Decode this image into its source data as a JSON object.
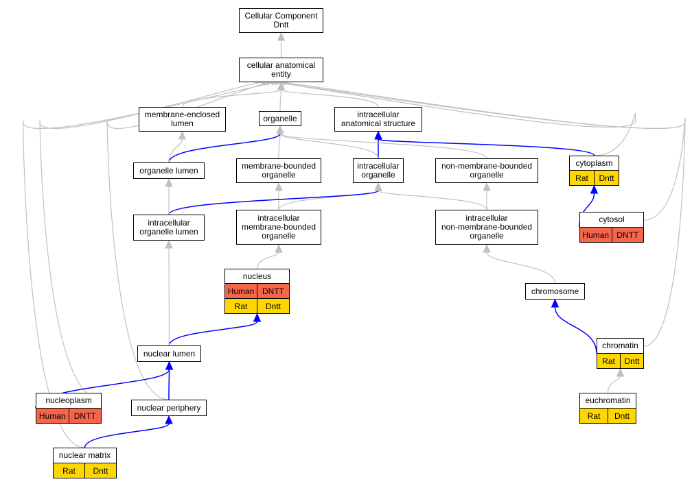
{
  "colors": {
    "edge_gray": "#c0c0c0",
    "edge_blue": "#0000ff",
    "human": "#f4654a",
    "rat": "#ffd700"
  },
  "nodes": [
    {
      "id": "root",
      "label": "Cellular Component\nDntt",
      "ann": []
    },
    {
      "id": "cae",
      "label": "cellular anatomical\nentity",
      "ann": []
    },
    {
      "id": "mel",
      "label": "membrane-enclosed\nlumen",
      "ann": []
    },
    {
      "id": "organelle",
      "label": "organelle",
      "ann": []
    },
    {
      "id": "ias",
      "label": "intracellular\nanatomical structure",
      "ann": []
    },
    {
      "id": "olumen",
      "label": "organelle lumen",
      "ann": []
    },
    {
      "id": "mbo",
      "label": "membrane-bounded\norganelle",
      "ann": []
    },
    {
      "id": "io",
      "label": "intracellular\norganelle",
      "ann": []
    },
    {
      "id": "nmbo",
      "label": "non-membrane-bounded\norganelle",
      "ann": []
    },
    {
      "id": "cytoplasm",
      "label": "cytoplasm",
      "ann": [
        {
          "species": "rat",
          "cells": [
            "Rat",
            "Dntt"
          ]
        }
      ]
    },
    {
      "id": "iol",
      "label": "intracellular\norganelle lumen",
      "ann": []
    },
    {
      "id": "imbo",
      "label": "intracellular\nmembrane-bounded\norganelle",
      "ann": []
    },
    {
      "id": "inmbo",
      "label": "intracellular\nnon-membrane-bounded\norganelle",
      "ann": []
    },
    {
      "id": "cytosol",
      "label": "cytosol",
      "ann": [
        {
          "species": "human",
          "cells": [
            "Human",
            "DNTT"
          ]
        }
      ]
    },
    {
      "id": "nucleus",
      "label": "nucleus",
      "ann": [
        {
          "species": "human",
          "cells": [
            "Human",
            "DNTT"
          ]
        },
        {
          "species": "rat",
          "cells": [
            "Rat",
            "Dntt"
          ]
        }
      ]
    },
    {
      "id": "chromosome",
      "label": "chromosome",
      "ann": []
    },
    {
      "id": "nlumen",
      "label": "nuclear lumen",
      "ann": []
    },
    {
      "id": "chromatin",
      "label": "chromatin",
      "ann": [
        {
          "species": "rat",
          "cells": [
            "Rat",
            "Dntt"
          ]
        }
      ]
    },
    {
      "id": "nucleoplasm",
      "label": "nucleoplasm",
      "ann": [
        {
          "species": "human",
          "cells": [
            "Human",
            "DNTT"
          ]
        }
      ]
    },
    {
      "id": "nperiphery",
      "label": "nuclear periphery",
      "ann": []
    },
    {
      "id": "euchromatin",
      "label": "euchromatin",
      "ann": [
        {
          "species": "rat",
          "cells": [
            "Rat",
            "Dntt"
          ]
        }
      ]
    },
    {
      "id": "nmatrix",
      "label": "nuclear matrix",
      "ann": [
        {
          "species": "rat",
          "cells": [
            "Rat",
            "Dntt"
          ]
        }
      ]
    }
  ],
  "edges": [
    {
      "from": "cae",
      "to": "root",
      "color": "gray"
    },
    {
      "from": "mel",
      "to": "cae",
      "color": "gray"
    },
    {
      "from": "organelle",
      "to": "cae",
      "color": "gray"
    },
    {
      "from": "ias",
      "to": "cae",
      "color": "gray"
    },
    {
      "from": "olumen",
      "to": "mel",
      "color": "gray"
    },
    {
      "from": "olumen",
      "to": "organelle",
      "color": "blue"
    },
    {
      "from": "mbo",
      "to": "organelle",
      "color": "gray"
    },
    {
      "from": "io",
      "to": "organelle",
      "color": "gray"
    },
    {
      "from": "nmbo",
      "to": "organelle",
      "color": "gray"
    },
    {
      "from": "io",
      "to": "ias",
      "color": "blue"
    },
    {
      "from": "cytoplasm",
      "to": "ias",
      "color": "blue"
    },
    {
      "from": "cytoplasm",
      "to": "cae",
      "color": "gray"
    },
    {
      "from": "cytosol",
      "to": "cytoplasm",
      "color": "blue"
    },
    {
      "from": "cytosol",
      "to": "cae",
      "color": "gray"
    },
    {
      "from": "iol",
      "to": "olumen",
      "color": "gray"
    },
    {
      "from": "iol",
      "to": "io",
      "color": "blue"
    },
    {
      "from": "imbo",
      "to": "mbo",
      "color": "gray"
    },
    {
      "from": "imbo",
      "to": "io",
      "color": "gray"
    },
    {
      "from": "inmbo",
      "to": "nmbo",
      "color": "gray"
    },
    {
      "from": "inmbo",
      "to": "io",
      "color": "gray"
    },
    {
      "from": "nucleus",
      "to": "imbo",
      "color": "gray"
    },
    {
      "from": "chromosome",
      "to": "inmbo",
      "color": "gray"
    },
    {
      "from": "nlumen",
      "to": "iol",
      "color": "gray"
    },
    {
      "from": "nlumen",
      "to": "nucleus",
      "color": "blue"
    },
    {
      "from": "chromatin",
      "to": "chromosome",
      "color": "blue"
    },
    {
      "from": "chromatin",
      "to": "cae",
      "color": "gray"
    },
    {
      "from": "nucleoplasm",
      "to": "nlumen",
      "color": "blue"
    },
    {
      "from": "nucleoplasm",
      "to": "cae",
      "color": "gray"
    },
    {
      "from": "nperiphery",
      "to": "nlumen",
      "color": "blue"
    },
    {
      "from": "nperiphery",
      "to": "cae",
      "color": "gray"
    },
    {
      "from": "euchromatin",
      "to": "chromatin",
      "color": "gray"
    },
    {
      "from": "nmatrix",
      "to": "nperiphery",
      "color": "blue"
    },
    {
      "from": "nmatrix",
      "to": "cae",
      "color": "gray"
    }
  ]
}
